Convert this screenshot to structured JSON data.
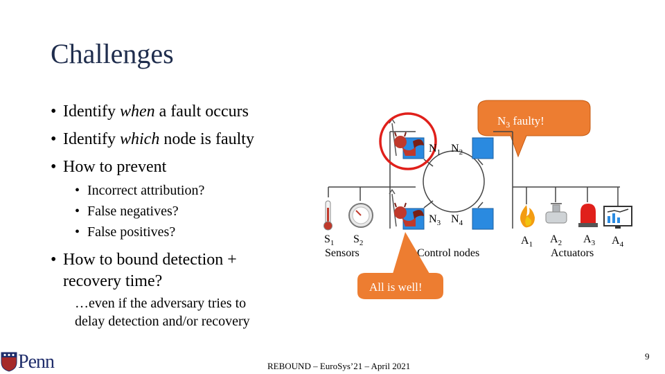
{
  "title": "Challenges",
  "bullets": [
    {
      "pre": "Identify ",
      "em": "when",
      "post": " a fault occurs"
    },
    {
      "pre": "Identify ",
      "em": "which",
      "post": " node is faulty"
    },
    {
      "pre": "How to prevent",
      "em": "",
      "post": ""
    }
  ],
  "sub_bullets": [
    "Incorrect attribution?",
    "False negatives?",
    "False positives?"
  ],
  "bullet4": {
    "line1": "How to bound detection +",
    "line2": "recovery time?"
  },
  "note": {
    "line1": "…even if the adversary tries to",
    "line2": "delay detection and/or recovery"
  },
  "callout_top": {
    "text": "N",
    "sub": "3",
    "suffix": " faulty!"
  },
  "callout_bottom": "All is well!",
  "nodes": [
    {
      "letter": "N",
      "sub": "1"
    },
    {
      "letter": "N",
      "sub": "2"
    },
    {
      "letter": "N",
      "sub": "3"
    },
    {
      "letter": "N",
      "sub": "4"
    }
  ],
  "sensors": [
    {
      "letter": "S",
      "sub": "1"
    },
    {
      "letter": "S",
      "sub": "2"
    }
  ],
  "actuators": [
    {
      "letter": "A",
      "sub": "1"
    },
    {
      "letter": "A",
      "sub": "2"
    },
    {
      "letter": "A",
      "sub": "3"
    },
    {
      "letter": "A",
      "sub": "4"
    }
  ],
  "labels": {
    "sensors": "Sensors",
    "control": "Control nodes",
    "actuators": "Actuators"
  },
  "footer": "REBOUND – EuroSys’21 – April 2021",
  "page_number": "9",
  "logo": "Penn",
  "colors": {
    "title": "#1f2d4d",
    "node": "#2a8ae0",
    "callout": "#ed7d31",
    "highlight": "#e0201b",
    "devil": "#c0392b"
  }
}
